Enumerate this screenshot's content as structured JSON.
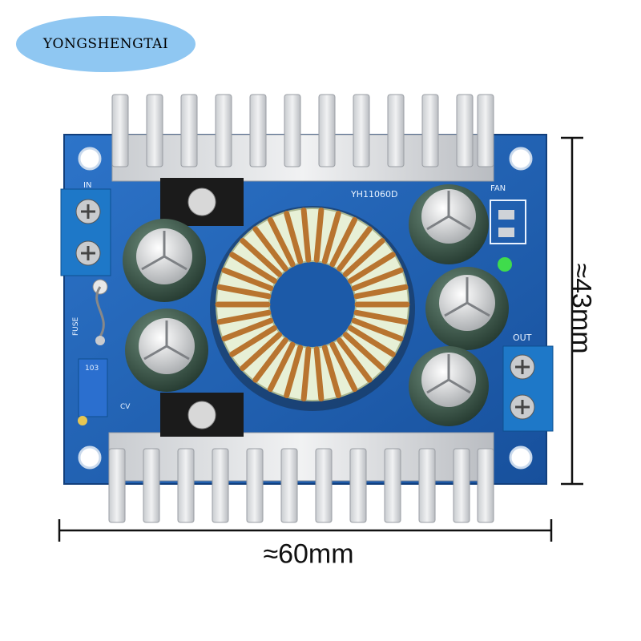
{
  "brand": {
    "text": "YONGSHENGTAI"
  },
  "dimensions": {
    "width_label": "≈60mm",
    "height_label": "≈43mm"
  },
  "silkscreen": {
    "model": "YH11060D",
    "in_label": "IN",
    "out_label": "OUT",
    "fan_label": "FAN",
    "fuse_label": "FUSE",
    "cv_label": "CV",
    "pot_label": "103"
  },
  "colors": {
    "board": "#1f63b8",
    "heatsink": "#d7d9dc",
    "terminal": "#1e78c8",
    "coil": "#b8742f",
    "brand_bg": "#8fc7f2"
  },
  "icons": [
    "dimension-line-icon"
  ]
}
